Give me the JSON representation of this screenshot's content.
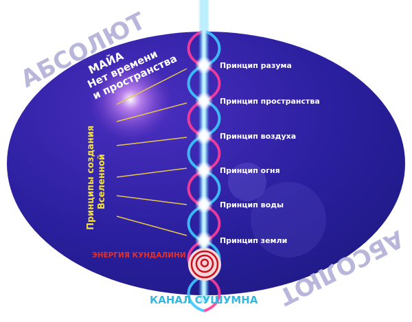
{
  "absolute_top": "АБСОЛЮТ",
  "absolute_bottom": "АБСОЛЮТ",
  "maya": {
    "line1": "МАЙА",
    "line2": "Нет времени",
    "line3": "и пространства"
  },
  "principles_title": {
    "line1": "Принципы создания",
    "line2": "Вселенной"
  },
  "principles": [
    "Принцип разума",
    "Принцип пространства",
    "Принцип воздуха",
    "Принцип огня",
    "Принцип воды",
    "Принцип земли"
  ],
  "kundalini_label": "ЭНЕРГИЯ КУНДАЛИНИ",
  "channel_label": "КАНАЛ СУШУМНА",
  "colors": {
    "ellipse": "#2a1f9e",
    "absolute_text": "#b9b6dc",
    "principle_text": "#ffffff",
    "title_yellow": "#f2e03a",
    "kundalini": "#e0322c",
    "channel": "#33b8e0",
    "strand_pink": "#ff3c9a",
    "strand_blue": "#3fc8ff"
  }
}
